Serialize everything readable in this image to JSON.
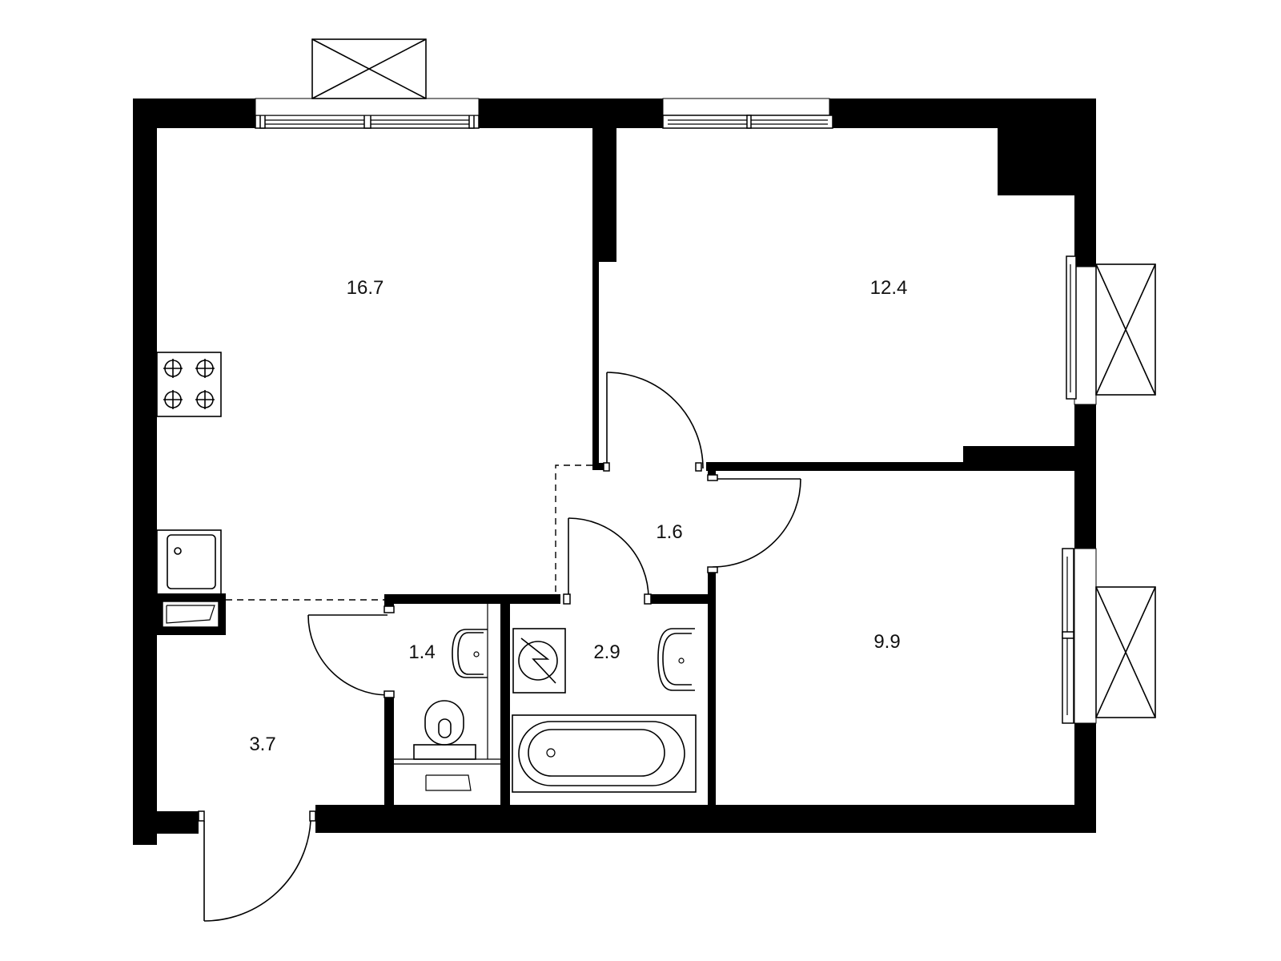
{
  "floor_plan": {
    "unit": "m²",
    "rooms": [
      {
        "id": "kitchen-living",
        "area": "16.7"
      },
      {
        "id": "bedroom-1",
        "area": "12.4"
      },
      {
        "id": "hall",
        "area": "1.6"
      },
      {
        "id": "bedroom-2",
        "area": "9.9"
      },
      {
        "id": "toilet",
        "area": "1.4"
      },
      {
        "id": "bathroom",
        "area": "2.9"
      },
      {
        "id": "entrance",
        "area": "3.7"
      }
    ],
    "fixtures": [
      "stove",
      "kitchen-sink",
      "toilet",
      "wash-basin",
      "washing-machine",
      "bathtub"
    ],
    "balconies": 3,
    "colors": {
      "walls": "#000000",
      "background": "#ffffff",
      "lines": "#000000"
    }
  }
}
